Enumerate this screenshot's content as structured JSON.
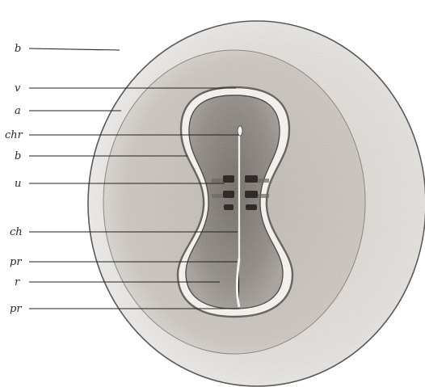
{
  "figure": {
    "labels": [
      {
        "id": "b-outer",
        "text": "b"
      },
      {
        "id": "v",
        "text": "v"
      },
      {
        "id": "a",
        "text": "a"
      },
      {
        "id": "chr",
        "text": "chr"
      },
      {
        "id": "b-inner",
        "text": "b"
      },
      {
        "id": "u",
        "text": "u"
      },
      {
        "id": "ch",
        "text": "ch"
      },
      {
        "id": "pr-upper",
        "text": "pr"
      },
      {
        "id": "r",
        "text": "r"
      },
      {
        "id": "pr-lower",
        "text": "pr"
      }
    ],
    "colors": {
      "outer_disc": "#e6e3df",
      "area_opaca": "#cfcac4",
      "area_pellucida": "#f4f2ef",
      "embryo": "#8f8a84",
      "outline": "#3a3a3a"
    }
  }
}
